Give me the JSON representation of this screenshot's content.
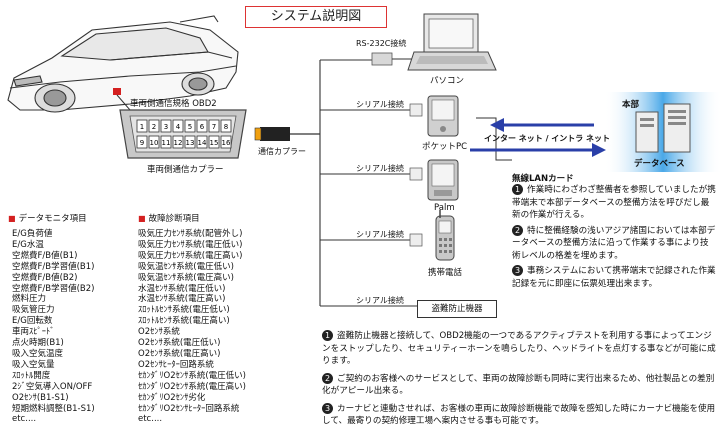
{
  "title": "システム説明図",
  "labels": {
    "connector_spec": "車両側通信規格 OBD2",
    "connector_name": "車両側通信カプラー",
    "comm_coupler": "通信カプラー",
    "rs232c": "RS-232C接続",
    "serial1": "シリアル接続",
    "serial2": "シリアル接続",
    "serial3": "シリアル接続",
    "serial4": "シリアル接続",
    "pc": "パソコン",
    "pocket_pc": "ポケットPC",
    "palm": "Palm",
    "phone": "携帯電話",
    "theft": "盗難防止機器",
    "network": "インター ネット / イントラ ネット",
    "hq": "本部",
    "database": "データベース"
  },
  "pins": [
    "1",
    "2",
    "3",
    "4",
    "5",
    "6",
    "7",
    "8",
    "9",
    "10",
    "11",
    "12",
    "13",
    "14",
    "15",
    "16"
  ],
  "wireless": {
    "title": "無線LANカード",
    "items": [
      {
        "num": "1",
        "text": "作業時にわざわざ整備者を参照していましたが携帯端末で本部データベースの整備方法を呼びだし最新の作業が行える。"
      },
      {
        "num": "2",
        "text": "特に整備経験の浅いアジア諸国においては本部データベースの整備方法に沿って作業する事により技術レベルの格差を埋めます。"
      },
      {
        "num": "3",
        "text": "事務システムにおいて携帯端末で記録された作業記録を元に即座に伝票処理出来ます。"
      }
    ]
  },
  "data_monitor": {
    "heading": "データモニタ項目",
    "items": [
      "E/G負荷値",
      "E/G水温",
      "空燃費F/B値(B1)",
      "空燃費F/B学習値(B1)",
      "空燃費F/B値(B2)",
      "空燃費F/B学習値(B2)",
      "燃料圧力",
      "吸気管圧力",
      "E/G回転数",
      "車両ｽﾋﾟｰﾄﾞ",
      "点火時期(B1)",
      "吸入空気温度",
      "吸入空気量",
      "ｽﾛｯﾄﾙ開度",
      "2ｼﾞ空気導入ON/OFF",
      "O2ｾﾝｻ(B1-S1)",
      "短期燃料調整(B1-S1)",
      "etc...."
    ]
  },
  "diagnosis": {
    "heading": "故障診断項目",
    "items": [
      "吸気圧力ｾﾝｻ系統(配管外し)",
      "吸気圧力ｾﾝｻ系統(電圧低い)",
      "吸気圧力ｾﾝｻ系統(電圧高い)",
      "吸気温ｾﾝｻ系統(電圧低い)",
      "吸気温ｾﾝｻ系統(電圧高い)",
      "水温ｾﾝｻ系統(電圧低い)",
      "水温ｾﾝｻ系統(電圧高い)",
      "ｽﾛｯﾄﾙｾﾝｻ系統(電圧低い)",
      "ｽﾛｯﾄﾙｾﾝｻ系統(電圧高い)",
      "O2ｾﾝｻ系統",
      "O2ｾﾝｻ系統(電圧低い)",
      "O2ｾﾝｻ系統(電圧高い)",
      "O2ｾﾝｻﾋｰﾀｰ回路系統",
      "ｾｶﾝﾀﾞﾘO2ｾﾝｻ系統(電圧低い)",
      "ｾｶﾝﾀﾞﾘO2ｾﾝｻ系統(電圧高い)",
      "ｾｶﾝﾀﾞﾘO2ｾﾝｻ劣化",
      "ｾｶﾝﾀﾞﾘO2ｾﾝｻﾋｰﾀｰ回路系統",
      "etc...."
    ]
  },
  "notes": [
    {
      "num": "1",
      "text": "盗難防止機器と接続して、OBD2機能の一つであるアクティブテストを利用する事によってエンジンをストップしたり、セキュリティーホーンを鳴らしたり、ヘッドライトを点灯する事などが可能に成ります。"
    },
    {
      "num": "2",
      "text": "ご契約のお客様へのサービスとして、車両の故障診断も同時に実行出来るため、他社製品との差別化がアピール出来る。"
    },
    {
      "num": "3",
      "text": "カーナビと連動させれば、お客様の車両に故障診断機能で故障を感知した時にカーナビ機能を使用して、最寄りの契約修理工場へ案内させる事も可能です。"
    }
  ],
  "colors": {
    "accent_red": "#d42020",
    "title_border": "#d33",
    "arrow_blue": "#2a3fa8",
    "hq_gradient": "#4aa8e8"
  }
}
